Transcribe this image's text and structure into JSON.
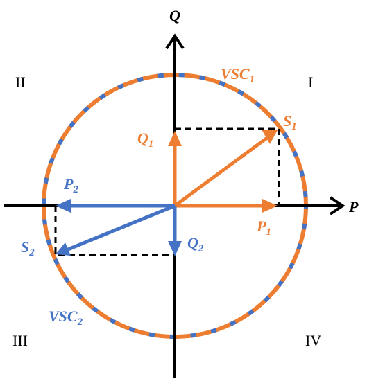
{
  "colors": {
    "orange": "#ED7D31",
    "blue": "#4472C4",
    "black": "#000000"
  },
  "axes": {
    "p_label": "P",
    "q_label": "Q"
  },
  "quadrants": {
    "q1": "I",
    "q2": "II",
    "q3": "III",
    "q4": "IV"
  },
  "vsc1": {
    "main": "VSC",
    "sub": "1"
  },
  "vsc2": {
    "main": "VSC",
    "sub": "2"
  },
  "vectors": {
    "s1": {
      "main": "S",
      "sub": "1"
    },
    "p1": {
      "main": "P",
      "sub": "1"
    },
    "q1": {
      "main": "Q",
      "sub": "1"
    },
    "s2": {
      "main": "S",
      "sub": "2"
    },
    "p2": {
      "main": "P",
      "sub": "2"
    },
    "q2": {
      "main": "Q",
      "sub": "2"
    }
  }
}
